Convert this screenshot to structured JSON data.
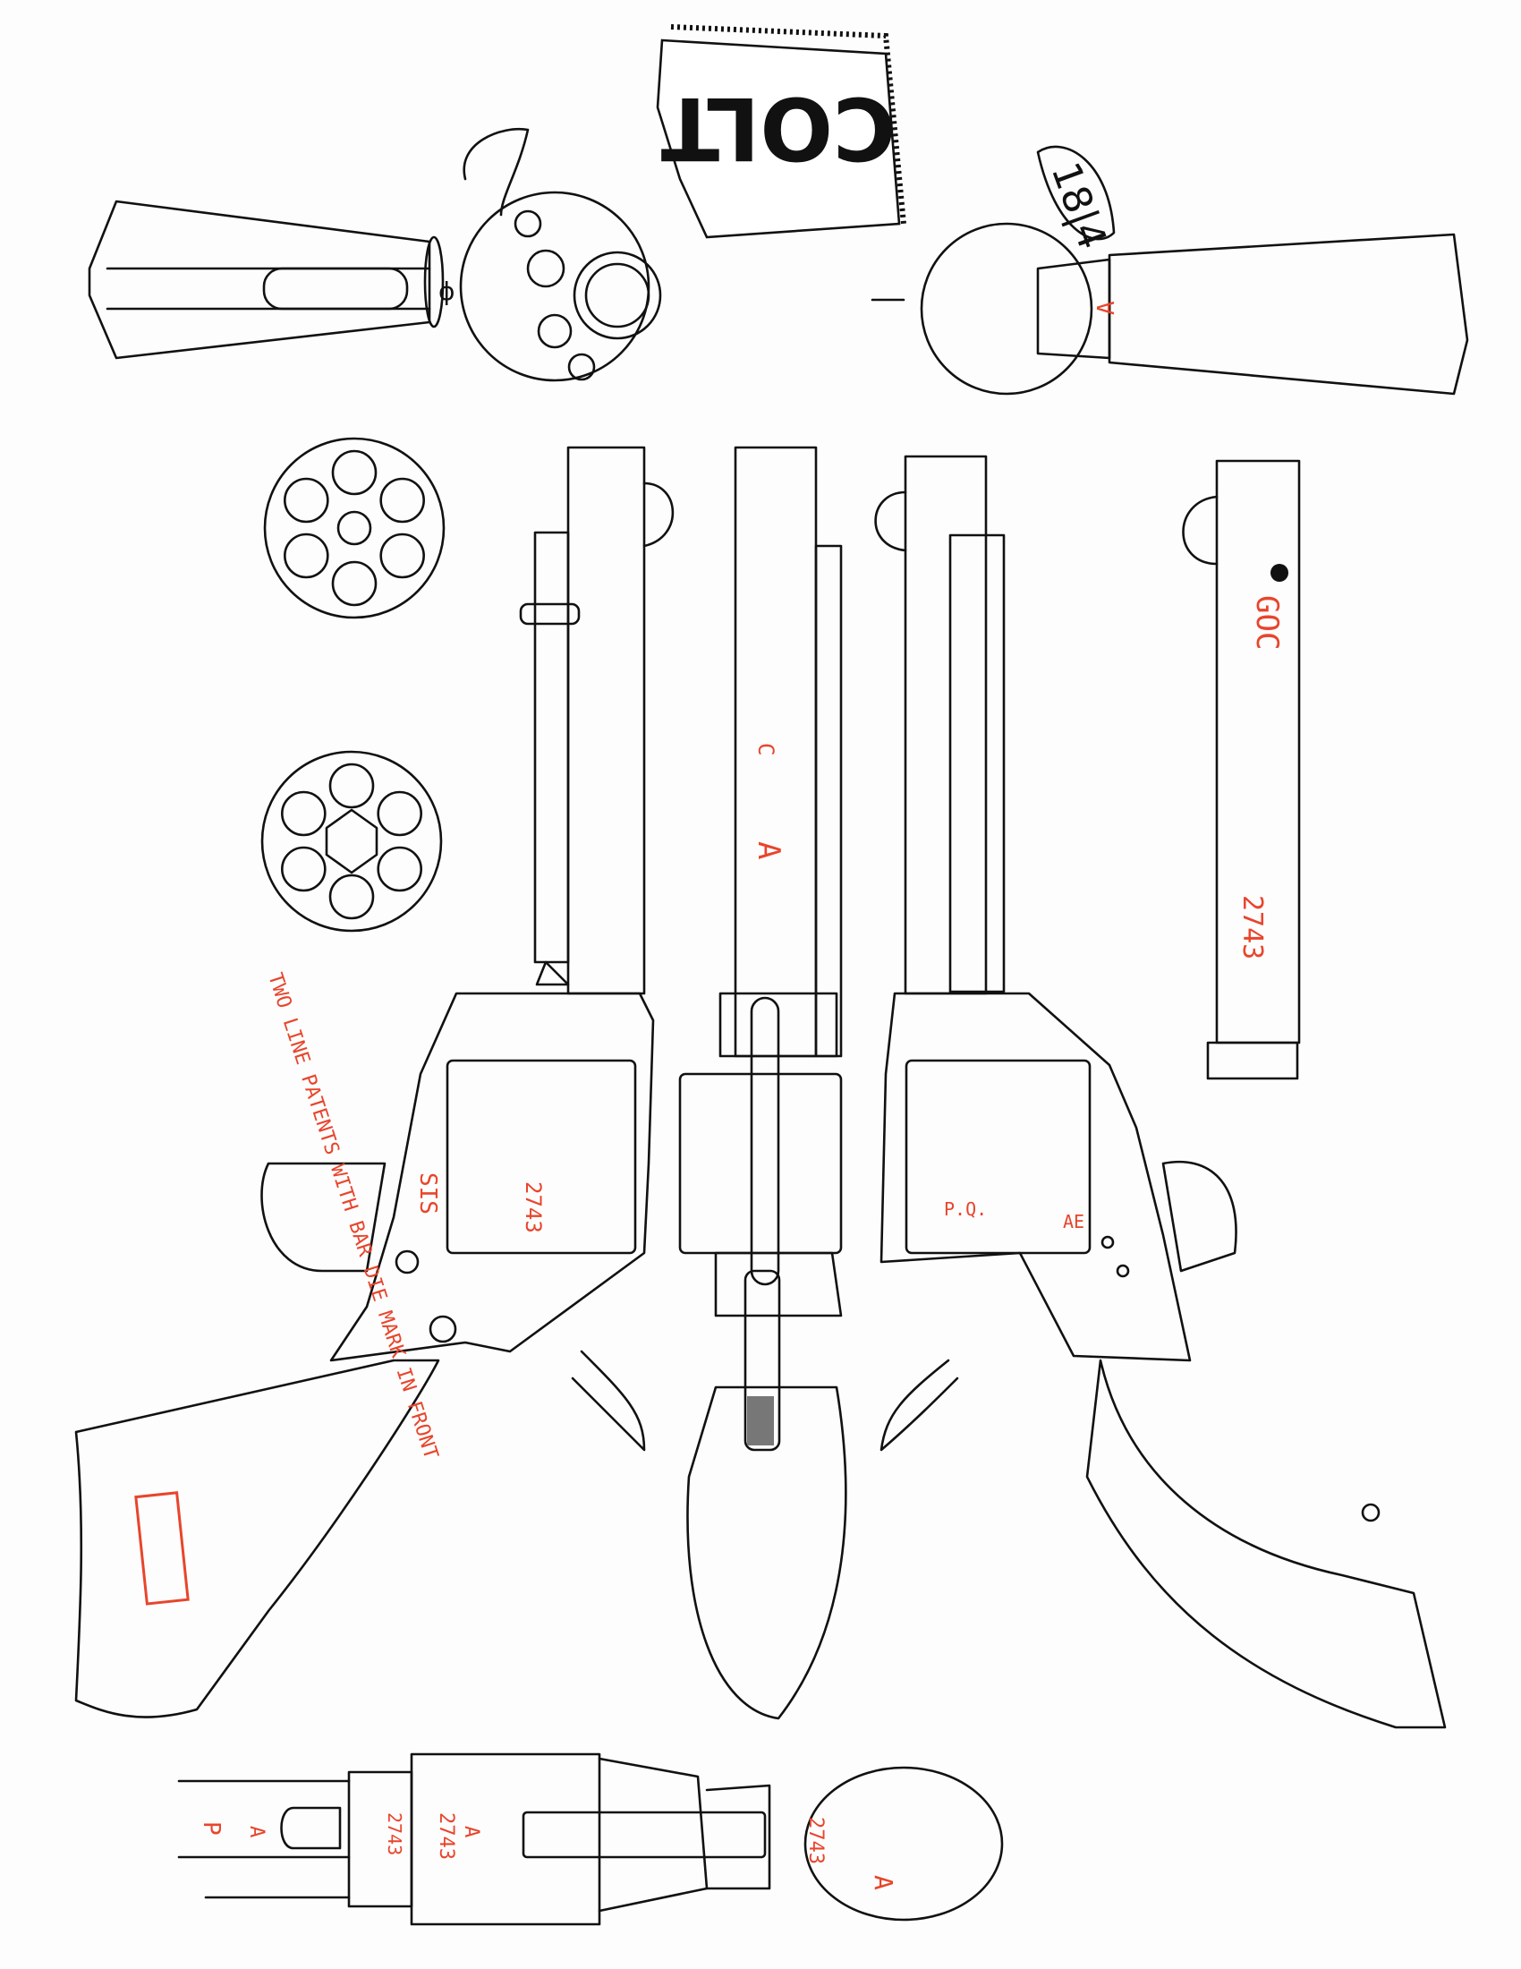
{
  "drawing": {
    "logo_text": "COLT",
    "hammer_mark": "18|4",
    "annotation_note": "TWO LINE PATENTS WITH BAR DIE MARK IN FRONT",
    "frame_mark_left": "SIS",
    "serial_left_cylinder": "2743",
    "barrel_top_marks": [
      "C",
      "A"
    ],
    "right_cylinder_marks": [
      "P.Q.",
      "AE"
    ],
    "ejector_rod_mark": "GOC",
    "ejector_rod_serial": "2743",
    "bottom_view_marks": {
      "barrel": [
        "P",
        "A"
      ],
      "cylinder_serial": "2743",
      "frame_serial": "2743",
      "frame_letter": "A",
      "grip_serial": "2743",
      "grip_letter": "A"
    },
    "colors": {
      "ink": "#111111",
      "annotation": "#e8452c"
    }
  }
}
